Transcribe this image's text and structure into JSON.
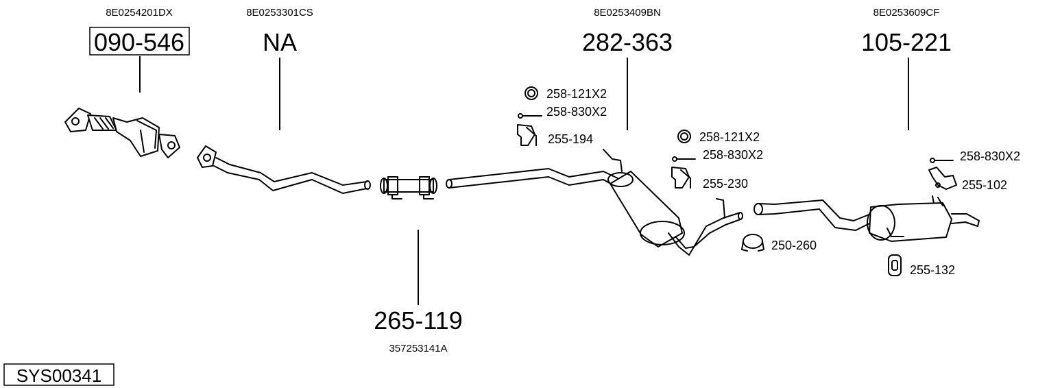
{
  "system_code": "SYS00341",
  "groups": [
    {
      "oe": "8E0254201DX",
      "part": "090-546",
      "boxed": true
    },
    {
      "oe": "8E0253301CS",
      "part": "NA",
      "boxed": false
    },
    {
      "oe": "357253141A",
      "part": "265-119",
      "boxed": false
    },
    {
      "oe": "8E0253409BN",
      "part": "282-363",
      "boxed": false
    },
    {
      "oe": "8E0253609CF",
      "part": "105-221",
      "boxed": false
    }
  ],
  "accessories": [
    {
      "label": "258-121X2",
      "icon": "gasket-ring-icon"
    },
    {
      "label": "258-830X2",
      "icon": "bolt-icon"
    },
    {
      "label": "255-194",
      "icon": "rubber-hanger-icon"
    },
    {
      "label": "258-121X2",
      "icon": "gasket-ring-icon"
    },
    {
      "label": "258-830X2",
      "icon": "bolt-icon"
    },
    {
      "label": "255-230",
      "icon": "rubber-hanger-icon"
    },
    {
      "label": "250-260",
      "icon": "pipe-clamp-icon"
    },
    {
      "label": "258-830X2",
      "icon": "bolt-icon"
    },
    {
      "label": "255-102",
      "icon": "mounting-bracket-icon"
    },
    {
      "label": "255-132",
      "icon": "rubber-ring-hanger-icon"
    }
  ]
}
